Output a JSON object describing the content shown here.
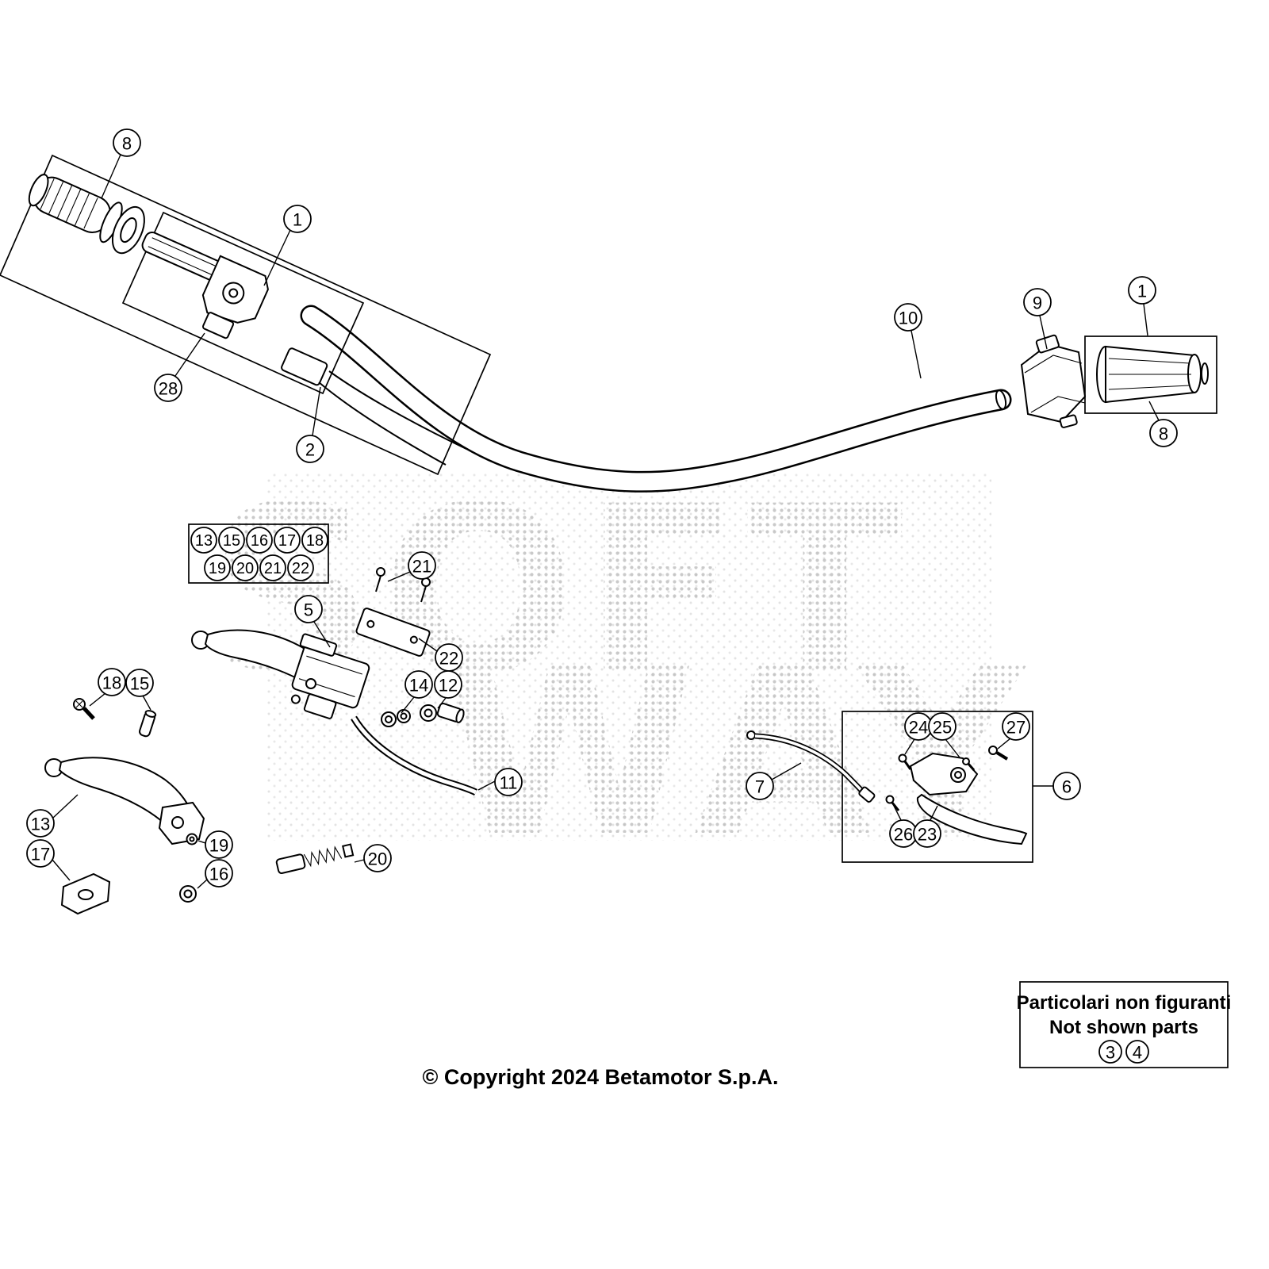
{
  "diagram": {
    "watermark": {
      "line1": "SOFT",
      "line2": "WAY"
    },
    "copyright": "© Copyright 2024 Betamotor S.p.A.",
    "not_shown": {
      "line1": "Particolari non figuranti",
      "line2": "Not shown parts",
      "parts": [
        "3",
        "4"
      ]
    },
    "legend": {
      "row1": [
        "13",
        "15",
        "16",
        "17",
        "18"
      ],
      "row2": [
        "19",
        "20",
        "21",
        "22"
      ]
    },
    "callouts": {
      "grip_left": "8",
      "throttle_left": "1",
      "throttle_housing": "28",
      "cables": "2",
      "handlebar": "10",
      "switch_right": "9",
      "grip_right_box": "1",
      "grip_right": "8",
      "screws_top": "21",
      "master_cylinder": "5",
      "plate": "22",
      "washer": "14",
      "fitting": "12",
      "hose": "11",
      "bolt_left": "18",
      "pin_left": "15",
      "lever_left": "13",
      "clamp_left": "17",
      "washer_left": "19",
      "nut_left": "16",
      "adjuster": "20",
      "screw_a": "24",
      "screw_b": "25",
      "bolt_right": "27",
      "cable": "7",
      "screw_c": "26",
      "lever_right": "23",
      "assembly_right": "6"
    },
    "colors": {
      "line": "#000000",
      "watermark_dot": "#bdbdbd",
      "background": "#ffffff"
    }
  }
}
